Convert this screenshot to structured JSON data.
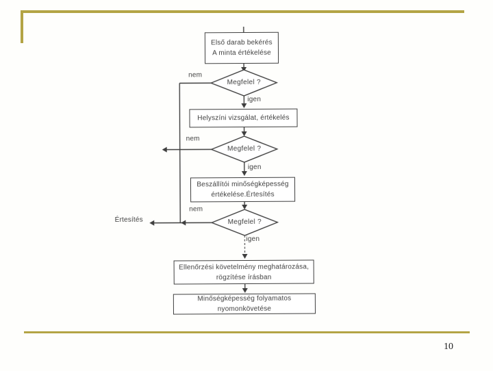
{
  "slide": {
    "page_number": "10",
    "accent_color": "#b3a445"
  },
  "flowchart": {
    "ink_color": "#3e3e3e",
    "boxes": [
      {
        "lines": [
          "Első darab bekérés",
          "A minta értékelése"
        ]
      },
      {
        "lines": [
          "Helyszíni vizsgálat, értékelés"
        ]
      },
      {
        "lines": [
          "Beszállítói minőségképesség",
          "értékelése.Értesítés"
        ]
      },
      {
        "lines": [
          "Ellenőrzési követelmény meghatározása,",
          "rögzítése írásban"
        ]
      },
      {
        "lines": [
          "Minőségképesség folyamatos",
          "nyomonkövetése"
        ]
      }
    ],
    "decisions": [
      {
        "label": "Megfelel ?"
      },
      {
        "label": "Megfelel ?"
      },
      {
        "label": "Megfelel ?"
      }
    ],
    "labels": {
      "no": "nem",
      "yes": "igen",
      "notify": "Értesítés"
    }
  }
}
